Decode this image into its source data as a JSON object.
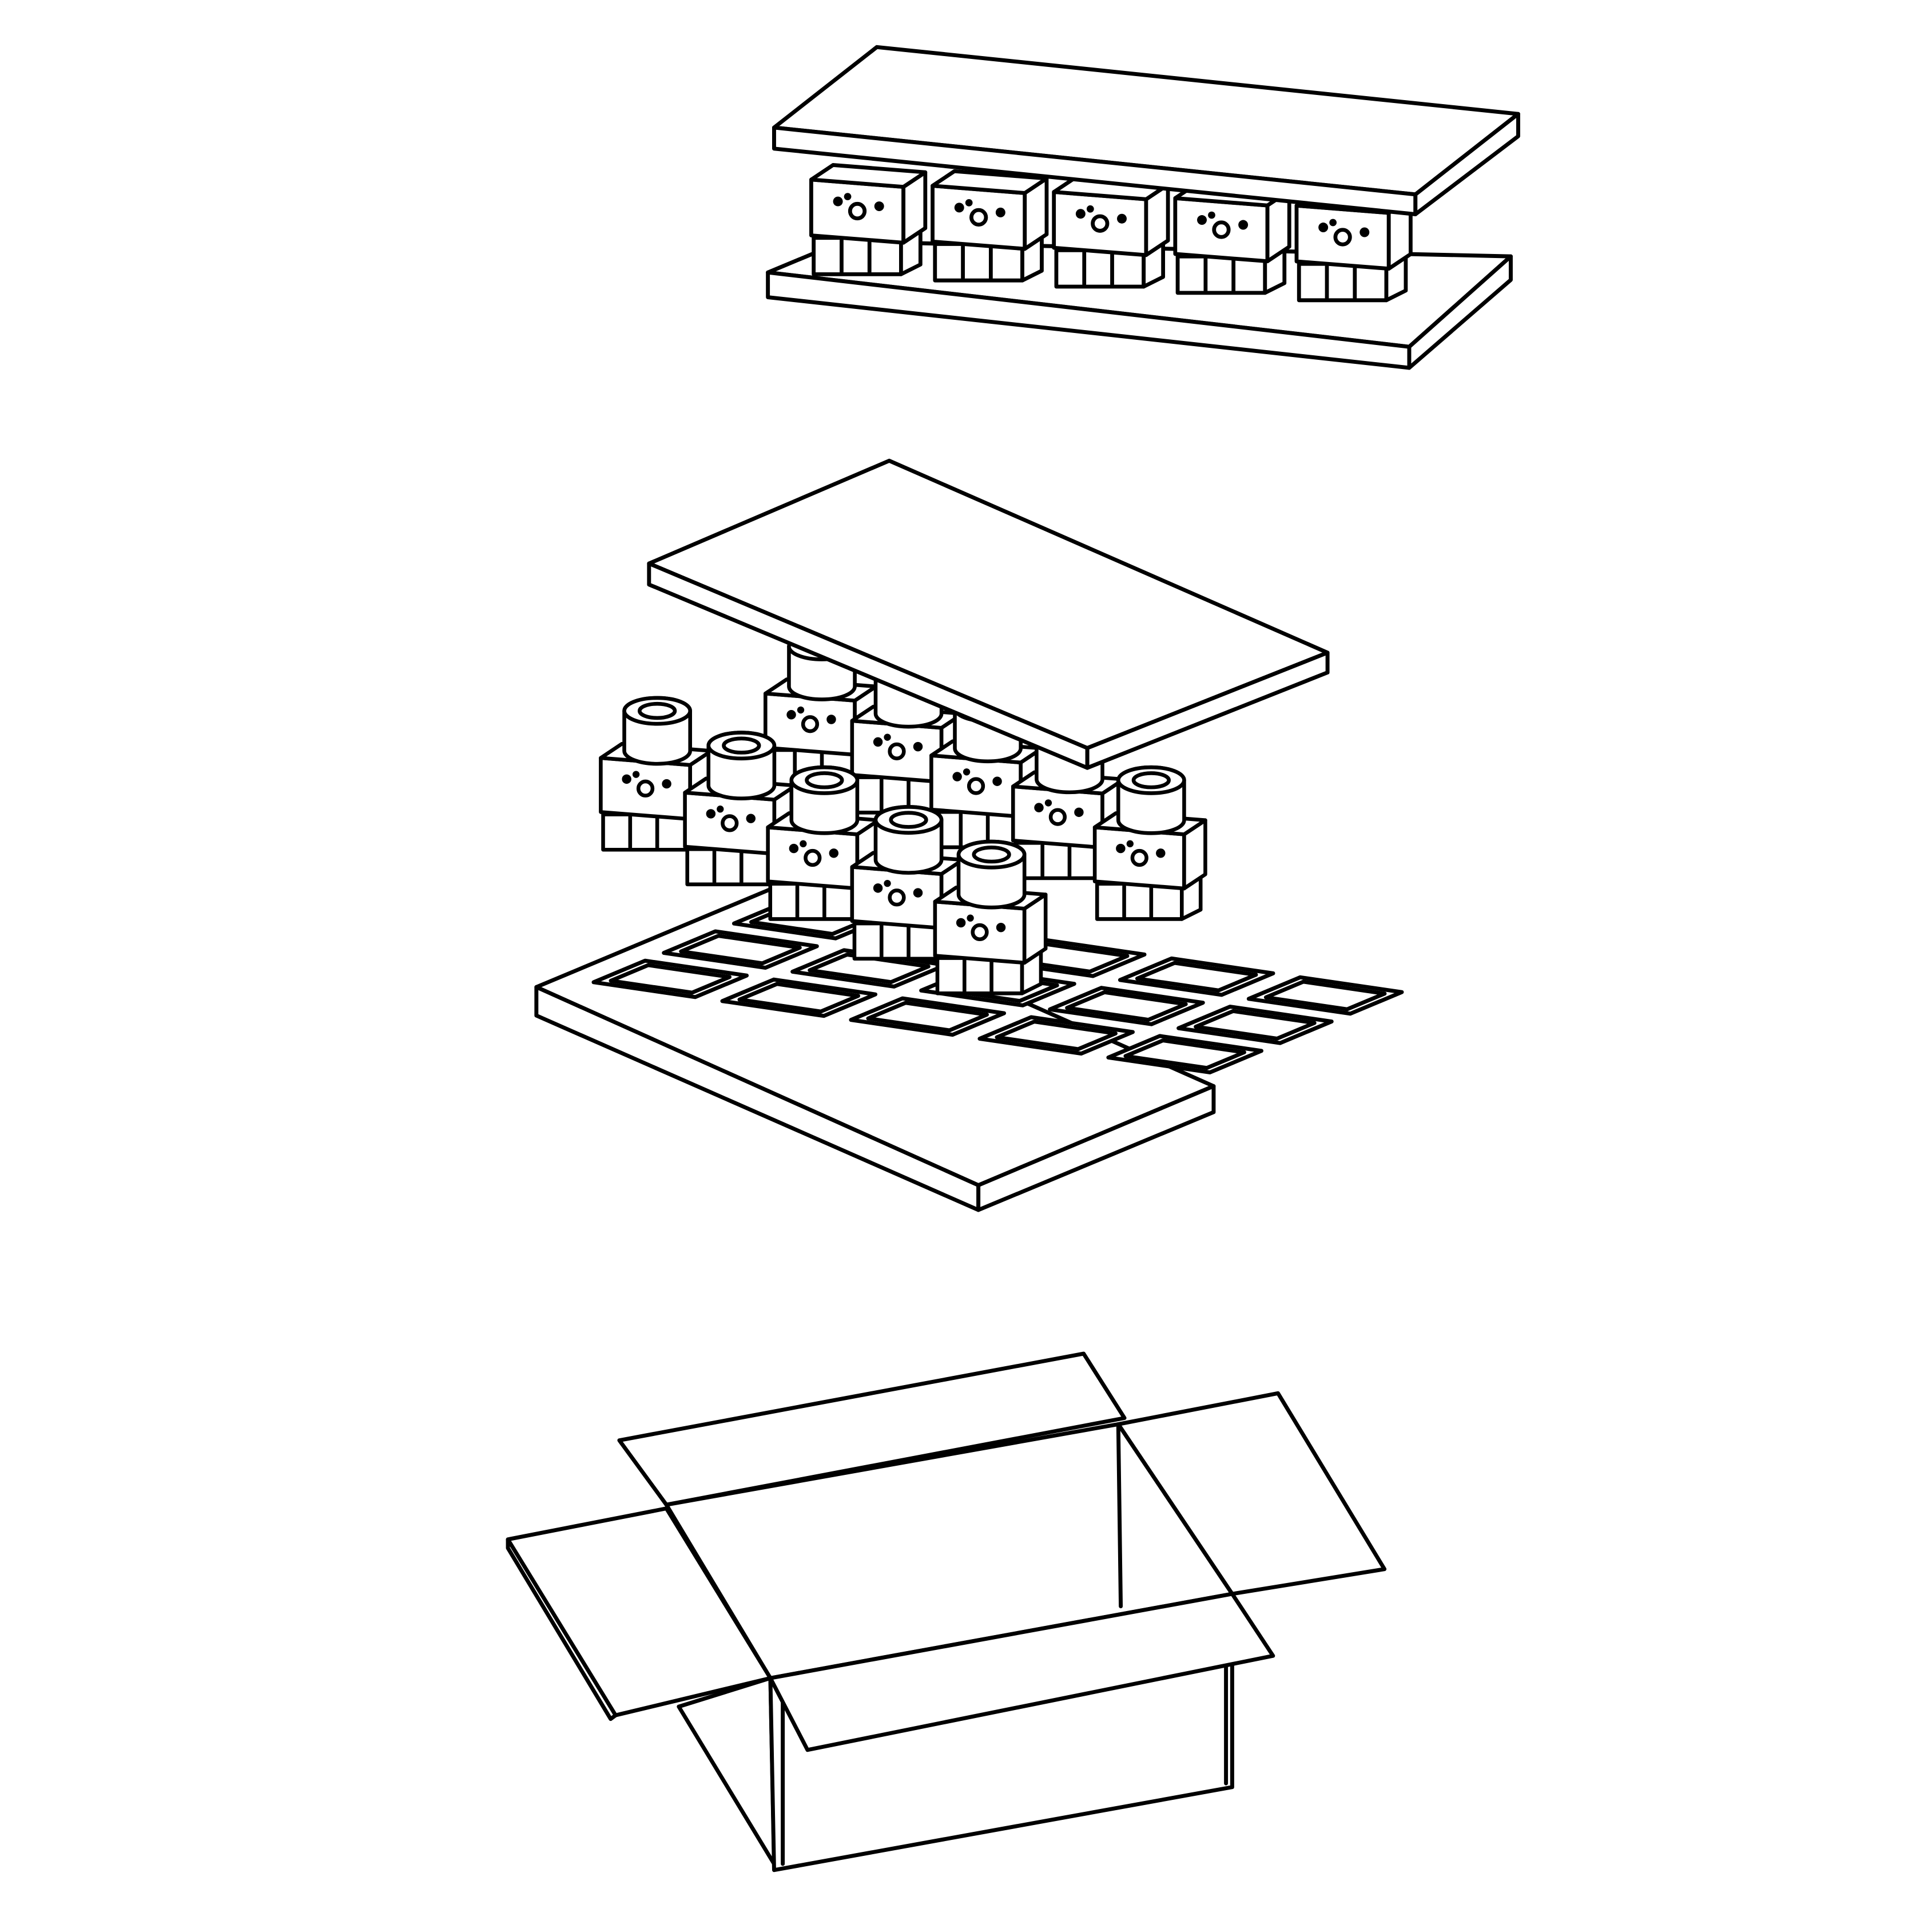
{
  "figure": {
    "colors": {
      "line": "#000000",
      "background": "#ffffff"
    },
    "parts": [
      "packed-assembly",
      "exploded-assembly",
      "open-carton-box"
    ]
  }
}
